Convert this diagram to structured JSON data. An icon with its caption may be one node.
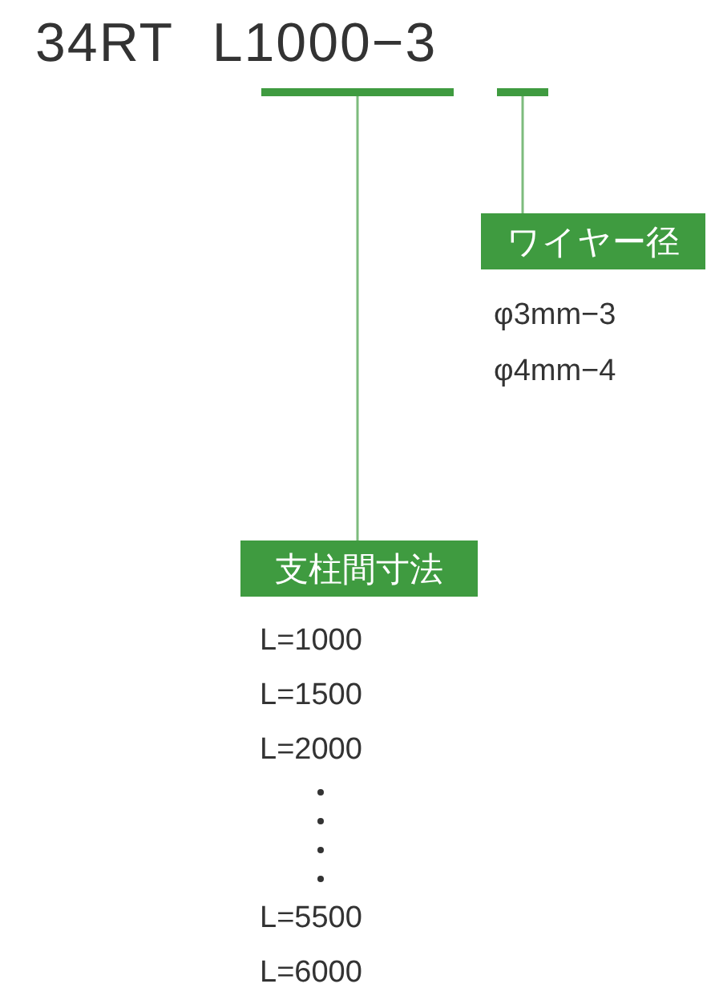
{
  "diagram": {
    "title": "34RT L1000−3",
    "nodes": [
      {
        "text": [],
        "shape": "bar"
      },
      {
        "text": [],
        "shape": "bar"
      },
      {
        "text": [
          "ワイヤー径"
        ],
        "beside": [
          "φ3mm−3",
          "φ4mm−4"
        ]
      },
      {
        "text": [
          "支柱間寸法"
        ],
        "beside": [
          "L=1000",
          "L=1500",
          "L=2000",
          "L=5500",
          "L=6000"
        ]
      }
    ],
    "edges": [
      {
        "from": 0,
        "to": 3,
        "arrow": "none"
      },
      {
        "from": 1,
        "to": 2,
        "arrow": "none"
      }
    ]
  }
}
